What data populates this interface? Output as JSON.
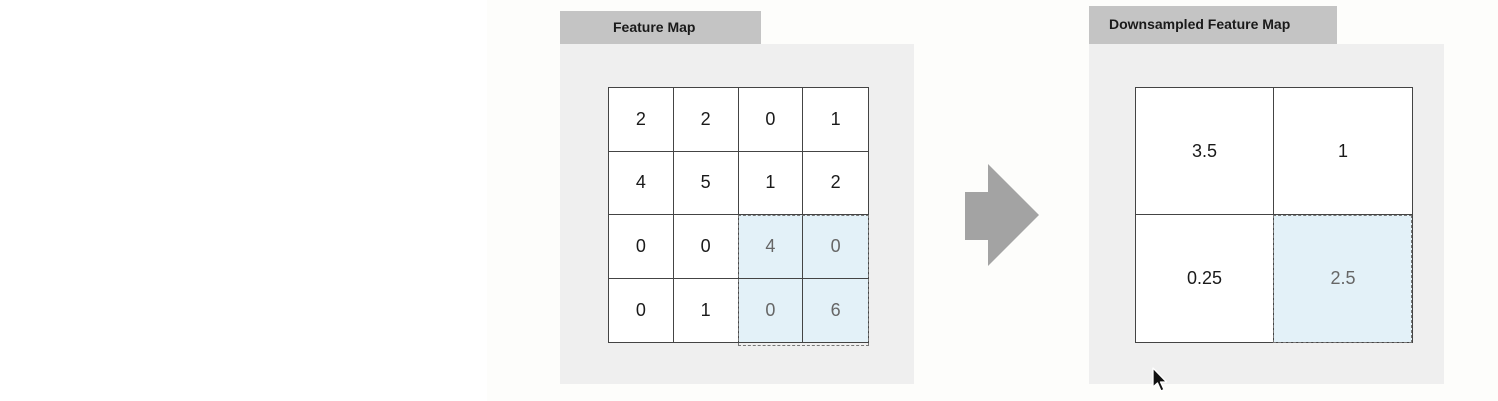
{
  "feature_map": {
    "title": "Feature Map",
    "rows": [
      [
        "2",
        "2",
        "0",
        "1"
      ],
      [
        "4",
        "5",
        "1",
        "2"
      ],
      [
        "0",
        "0",
        "4",
        "0"
      ],
      [
        "0",
        "1",
        "0",
        "6"
      ]
    ]
  },
  "downsampled_map": {
    "title": "Downsampled Feature Map",
    "rows": [
      [
        "3.5",
        "1"
      ],
      [
        "0.25",
        "2.5"
      ]
    ]
  },
  "colors": {
    "highlight": "#e3f1f8",
    "arrow": "#a3a3a3",
    "panel": "#efefef",
    "tab": "#c4c4c4"
  },
  "icons": {
    "arrow": "arrow-right-icon",
    "cursor": "mouse-pointer-icon"
  }
}
